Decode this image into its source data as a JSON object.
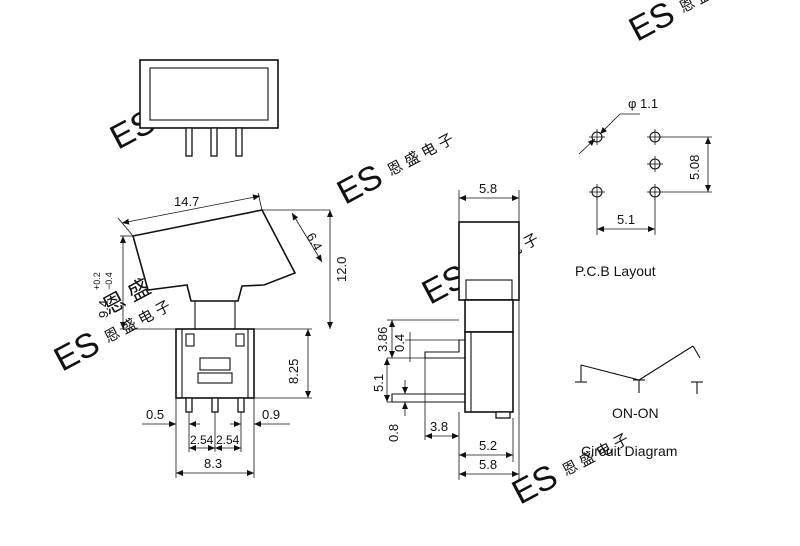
{
  "watermark": {
    "brand": "ES",
    "chinese": "恩 盛 电 子"
  },
  "front_view": {
    "width_top": "14.7",
    "rocker_thickness": "6.4",
    "height_total": "12.0",
    "rocker_height": "9.4",
    "rocker_tol_plus": "+0.2",
    "rocker_tol_minus": "−0.4",
    "body_height": "8.25",
    "pin_offset_left": "0.5",
    "pin_offset_right": "0.9",
    "pitch_1": "2.54",
    "pitch_2": "2.54",
    "body_width": "8.3"
  },
  "side_view": {
    "width_top": "5.8",
    "dim_386": "3.86",
    "dim_04": "0.4",
    "dim_51": "5.1",
    "dim_08": "0.8",
    "dim_38": "3.8",
    "dim_52": "5.2",
    "width_bottom": "5.8"
  },
  "pcb_layout": {
    "hole_diameter": "φ 1.1",
    "row_pitch": "5.08",
    "col_pitch": "5.1",
    "title": "P.C.B Layout"
  },
  "circuit": {
    "type": "ON-ON",
    "title": "Circuit Diagram"
  }
}
